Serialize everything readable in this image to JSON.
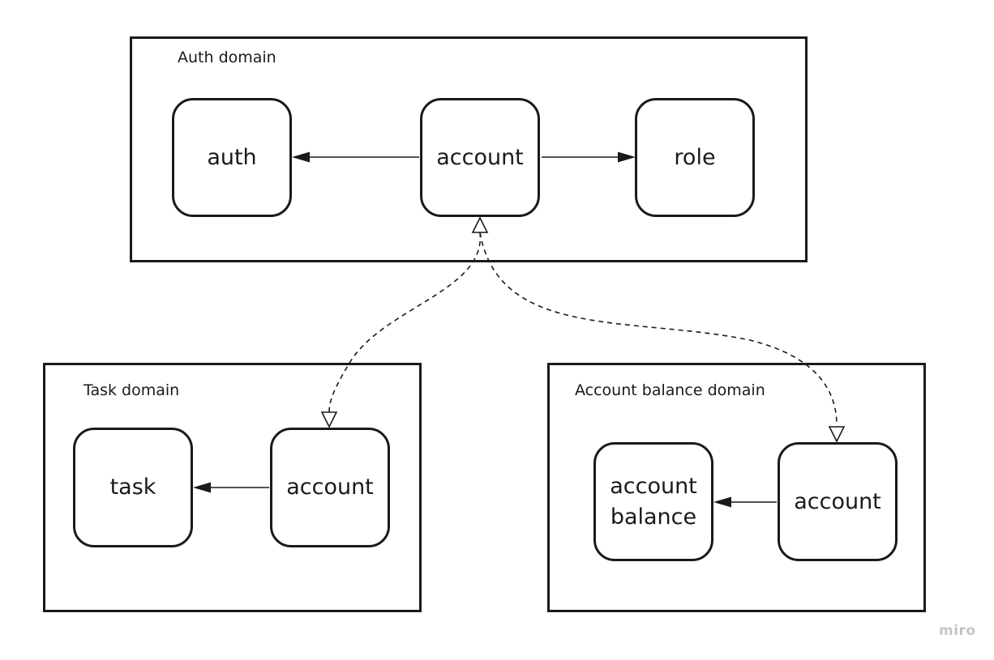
{
  "domains": {
    "auth": {
      "label": "Auth domain",
      "nodes": {
        "auth": "auth",
        "account": "account",
        "role": "role"
      }
    },
    "task": {
      "label": "Task domain",
      "nodes": {
        "task": "task",
        "account": "account"
      }
    },
    "balance": {
      "label": "Account balance domain",
      "nodes": {
        "account_balance": "account\nbalance",
        "account": "account"
      }
    }
  },
  "watermark": "miro",
  "colors": {
    "stroke": "#1a1a1a",
    "watermark": "#c4c4c4",
    "background": "#ffffff"
  }
}
